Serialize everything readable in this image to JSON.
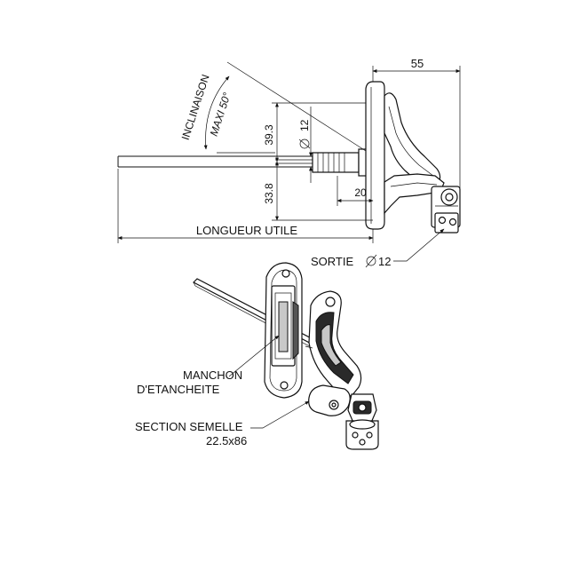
{
  "labels": {
    "dim_width": "55",
    "dim_upper": "39.3",
    "dim_lower": "33.8",
    "dim_diameter": "12",
    "dim_offset": "20",
    "inclination": "INCLINAISON",
    "max_angle": "MAXI 50°",
    "useful_length": "LONGUEUR UTILE",
    "exit": "SORTIE",
    "exit_diameter": "12",
    "sleeve_line1": "MANCHON",
    "sleeve_line2": "D'ETANCHEITE",
    "section_line1": "SECTION SEMELLE",
    "section_line2": "22.5x86"
  },
  "icons": {
    "diameter_symbol": "diameter-icon"
  }
}
